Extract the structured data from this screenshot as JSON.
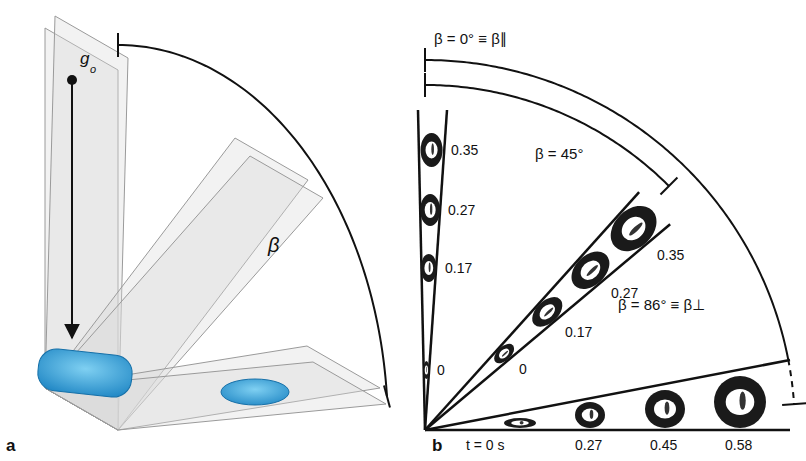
{
  "diagram": {
    "labels": [
      "a",
      "b",
      "β",
      "g",
      "o",
      "β = 0° ≡ β∥",
      "β = 45°",
      "β = 86° ≡ β⊥",
      "0.35",
      "0.27",
      "0.17",
      "0",
      "0.35",
      "0.27",
      "0.17",
      "0",
      "t = 0 s",
      "0.27",
      "0.45",
      "0.58"
    ]
  }
}
